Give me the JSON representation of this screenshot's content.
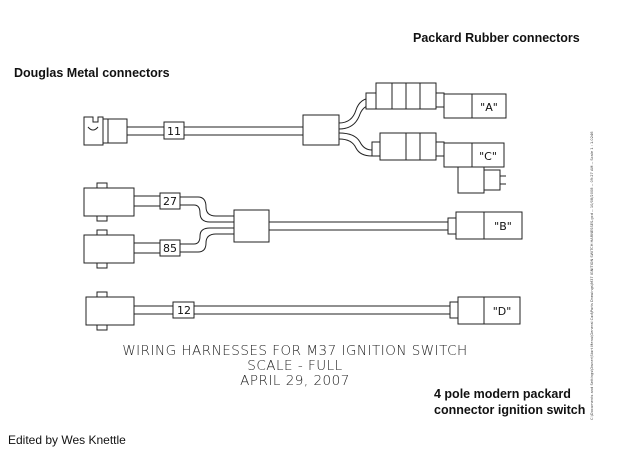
{
  "labels": {
    "douglas": "Douglas Metal connectors",
    "packard_rubber": "Packard Rubber connectors",
    "modern_line1": "4 pole modern packard",
    "modern_line2": "connector ignition switch",
    "credit": "Edited by Wes Knettle"
  },
  "title": {
    "line1": "WIRING HARNESSES FOR M37 IGNITION SWITCH",
    "line2": "SCALE - FULL",
    "line3": "APRIL 29, 2007"
  },
  "wire_tags": {
    "w11": "11",
    "w27": "27",
    "w85": "85",
    "w12": "12"
  },
  "connectors": {
    "a": "\"A\"",
    "b": "\"B\"",
    "c": "\"C\"",
    "d": "\"D\""
  },
  "side_path": "C:\\Documents and Settings\\Owner\\Start Menu\\General Cad\\Parts Drawings\\M37 IGNITION SWITCH HARNESSES.gcd -- 10/08/2008 -- 09:27 AM -- Scale 1 : 1.0246"
}
